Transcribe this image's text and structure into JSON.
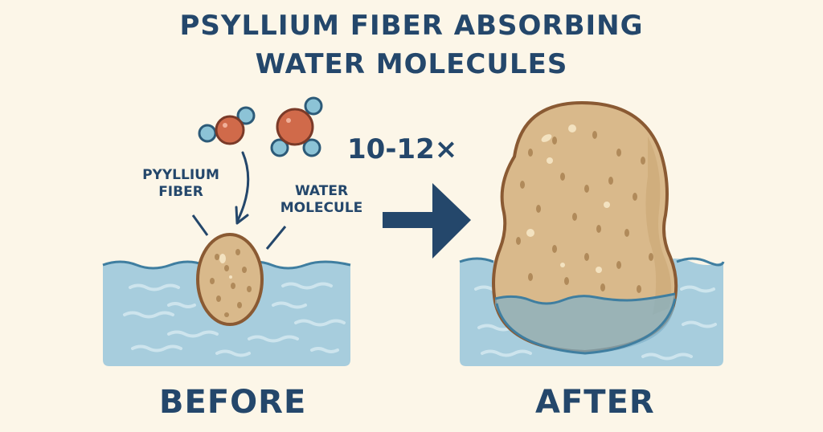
{
  "title": {
    "line1": "PSYLLIUM FIBER ABSORBING",
    "line2": "WATER MOLECULES"
  },
  "labels": {
    "psyllium_fiber_line1": "PYYLLIUM",
    "psyllium_fiber_line2": "FIBER",
    "water_molecule_line1": "WATER",
    "water_molecule_line2": "MOLECULE",
    "expansion_ratio": "10-12×",
    "before": "BEFORE",
    "after": "AFTER"
  },
  "colors": {
    "background": "#fcf6e8",
    "text": "#24476b",
    "water": "#a7cddd",
    "water_line": "#3f7ea0",
    "fiber": "#d9b98b",
    "fiber_outline": "#8a5a33",
    "oxygen": "#d06a4a",
    "hydrogen": "#8cc3d6"
  }
}
